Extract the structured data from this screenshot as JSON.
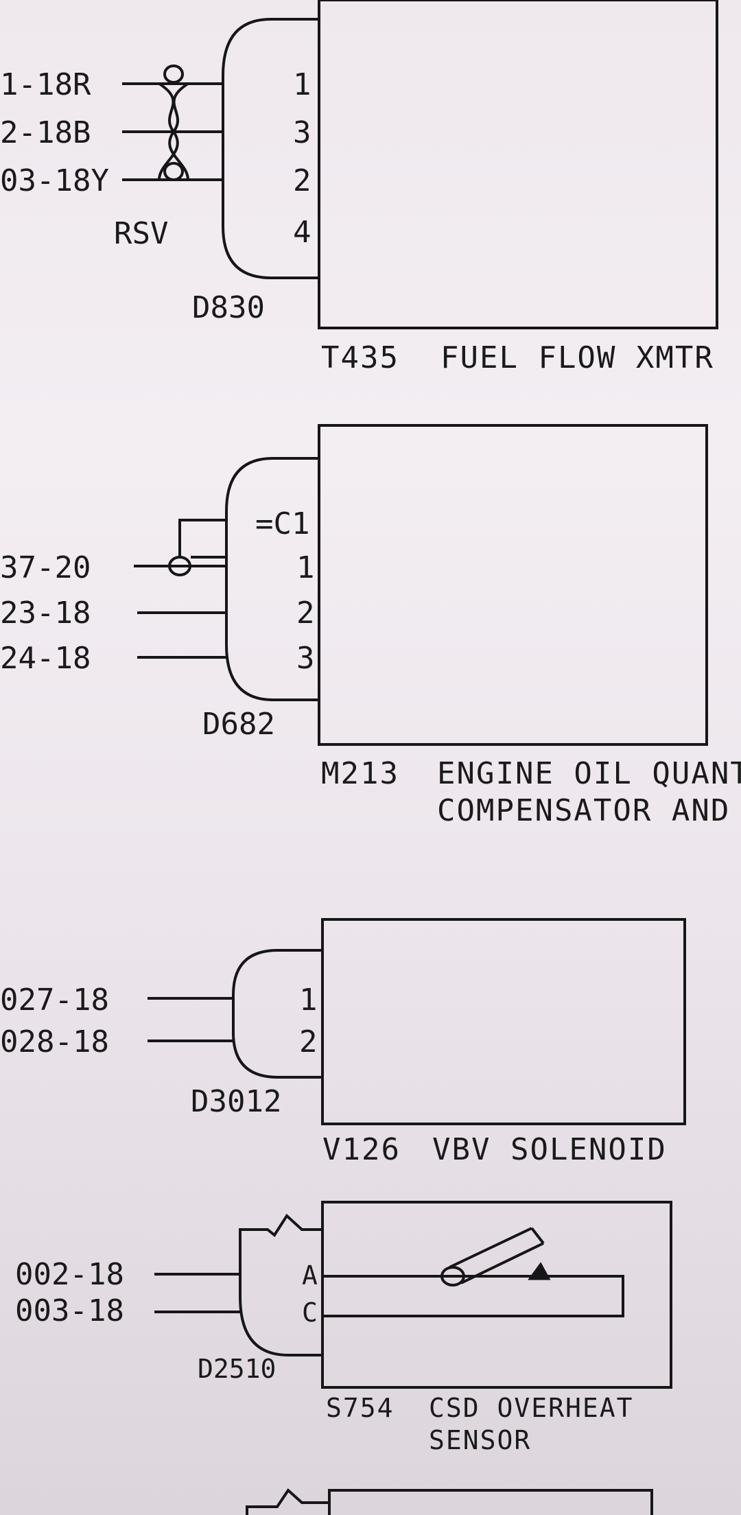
{
  "components": [
    {
      "id": "T435",
      "description": [
        "FUEL FLOW XMTR"
      ],
      "connector": "D830",
      "connector_note": "RSV",
      "wires": [
        {
          "label": "1-18R",
          "pin": "1"
        },
        {
          "label": "2-18B",
          "pin": "3"
        },
        {
          "label": "03-18Y",
          "pin": "2"
        }
      ],
      "extra_pins": [
        "4"
      ]
    },
    {
      "id": "M213",
      "description": [
        "ENGINE OIL QUANTI",
        "COMPENSATOR AND T"
      ],
      "connector": "D682",
      "shield_pin": "=C1",
      "wires": [
        {
          "label": "37-20",
          "pin": "1"
        },
        {
          "label": "23-18",
          "pin": "2"
        },
        {
          "label": "24-18",
          "pin": "3"
        }
      ]
    },
    {
      "id": "V126",
      "description": [
        "VBV SOLENOID"
      ],
      "connector": "D3012",
      "wires": [
        {
          "label": "027-18",
          "pin": "1"
        },
        {
          "label": "028-18",
          "pin": "2"
        }
      ]
    },
    {
      "id": "S754",
      "description": [
        "CSD OVERHEAT",
        "SENSOR"
      ],
      "connector": "D2510",
      "wires": [
        {
          "label": "002-18",
          "pin": "A"
        },
        {
          "label": "003-18",
          "pin": "C"
        }
      ]
    }
  ]
}
